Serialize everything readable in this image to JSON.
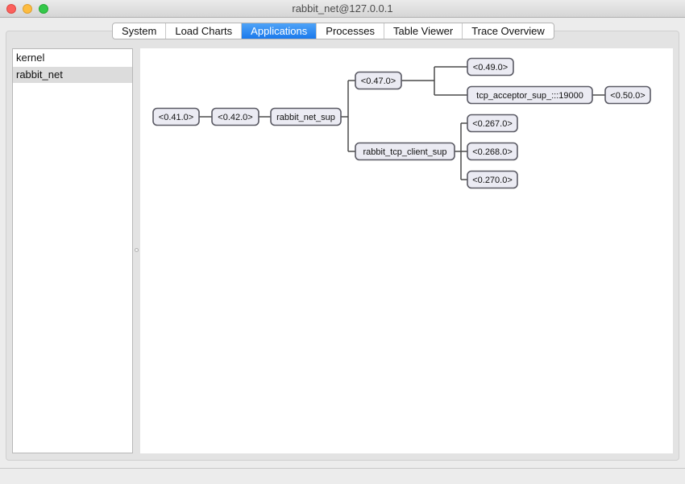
{
  "window": {
    "title": "rabbit_net@127.0.0.1"
  },
  "tabs": [
    {
      "label": "System",
      "active": false
    },
    {
      "label": "Load Charts",
      "active": false
    },
    {
      "label": "Applications",
      "active": true
    },
    {
      "label": "Processes",
      "active": false
    },
    {
      "label": "Table Viewer",
      "active": false
    },
    {
      "label": "Trace Overview",
      "active": false
    }
  ],
  "applications": {
    "items": [
      "kernel",
      "rabbit_net"
    ],
    "selected": "rabbit_net"
  },
  "tree": {
    "nodes": {
      "n041": "<0.41.0>",
      "n042": "<0.42.0>",
      "sup": "rabbit_net_sup",
      "n047": "<0.47.0>",
      "n049": "<0.49.0>",
      "acceptor": "tcp_acceptor_sup_:::19000",
      "n050": "<0.50.0>",
      "client_sup": "rabbit_tcp_client_sup",
      "n267": "<0.267.0>",
      "n268": "<0.268.0>",
      "n270": "<0.270.0>"
    },
    "edges": [
      [
        "n041",
        "n042"
      ],
      [
        "n042",
        "sup"
      ],
      [
        "sup",
        "n047"
      ],
      [
        "sup",
        "client_sup"
      ],
      [
        "n047",
        "n049"
      ],
      [
        "n047",
        "acceptor"
      ],
      [
        "acceptor",
        "n050"
      ],
      [
        "client_sup",
        "n267"
      ],
      [
        "client_sup",
        "n268"
      ],
      [
        "client_sup",
        "n270"
      ]
    ]
  },
  "colors": {
    "tab_active": "#1a79ec",
    "node_fill": "#ebebf3",
    "node_stroke": "#5a5a64"
  }
}
